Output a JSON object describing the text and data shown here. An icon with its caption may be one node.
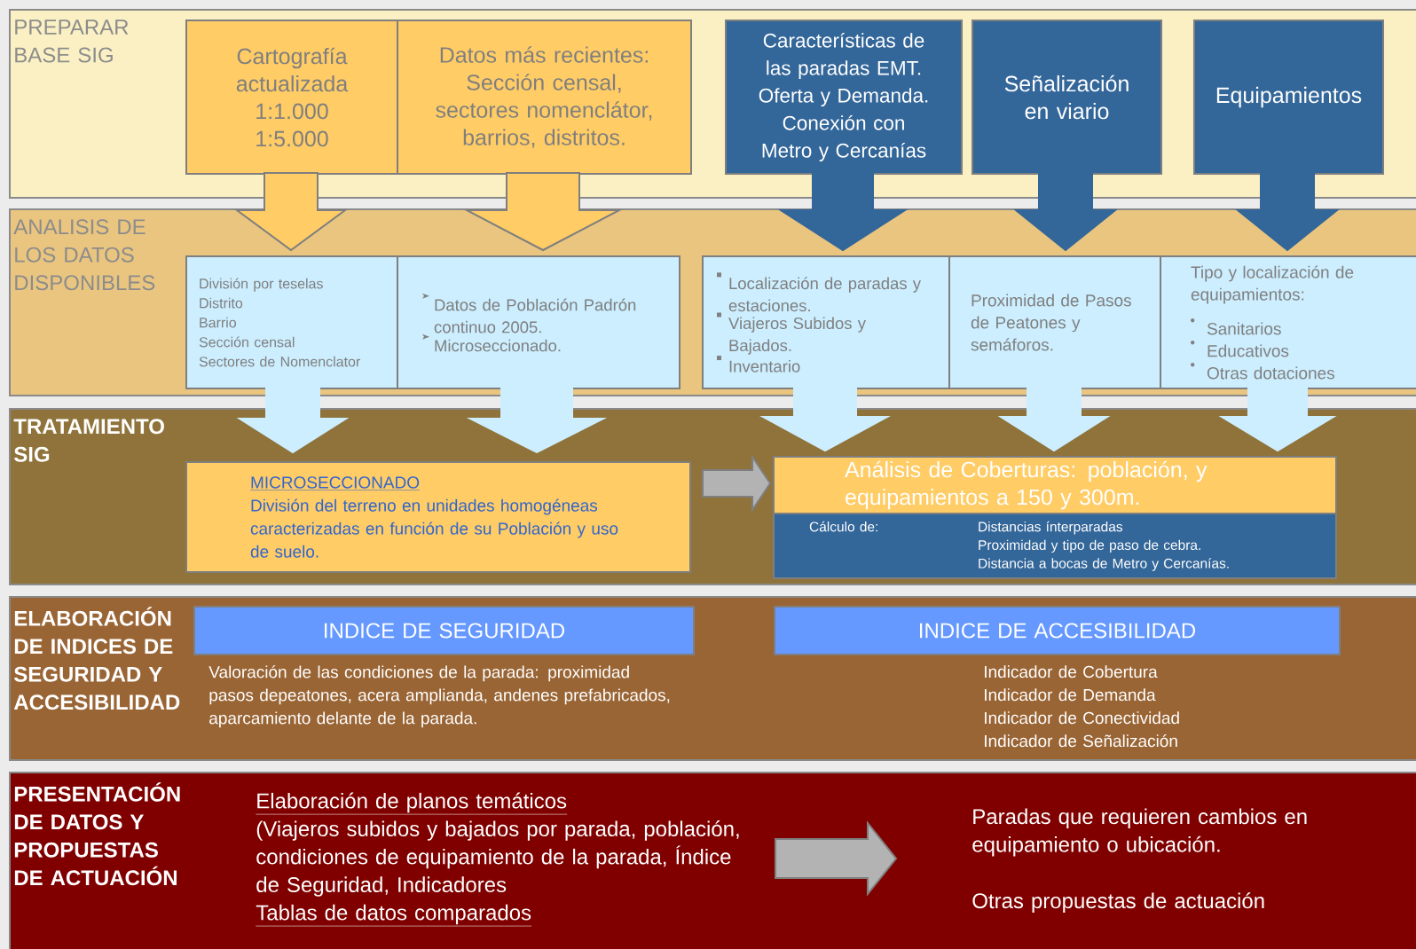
{
  "diagram": {
    "nodes": [
      {
        "text": [
          "PREPARAR BASE SIG"
        ]
      },
      {
        "text": [
          "Cartografía actualizada",
          "1:1.000",
          "1:5.000"
        ],
        "in": 0
      },
      {
        "text": [
          "Datos más recientes:",
          "Sección censal, sectores nomenclátor, barrios, distritos."
        ],
        "in": 0
      },
      {
        "text": [
          "Características de las paradas EMT.",
          "Oferta y Demanda.",
          "Conexión con Metro y Cercanías"
        ],
        "in": 0
      },
      {
        "text": [
          "Señalización en viario"
        ],
        "in": 0
      },
      {
        "text": [
          "Equipamientos"
        ],
        "in": 0
      },
      {
        "text": [
          "ANALISIS DE LOS DATOS DISPONIBLES"
        ]
      },
      {
        "text": [
          "División por teselas",
          "Distrito",
          "Barrio",
          "Sección censal",
          "Sectores de Nomenclator"
        ],
        "in": 6
      },
      {
        "text": [
          "Datos de Población Padrón continuo 2005.",
          "Microseccionado."
        ],
        "in": 6
      },
      {
        "text": [
          "Localización de paradas y estaciones.",
          "Viajeros Subidos y Bajados.",
          "Inventario"
        ],
        "in": 6
      },
      {
        "text": [
          "Proximidad de Pasos de Peatones y semáforos."
        ],
        "in": 6
      },
      {
        "text": [
          "Tipo y localización de equipamientos:",
          "Sanitarios",
          "Educativos",
          "Otras dotaciones"
        ],
        "in": 6
      },
      {
        "text": [
          "TRATAMIENTO SIG"
        ]
      },
      {
        "text": [
          "MICROSECCIONADO",
          "División del terreno en unidades homogéneas caracterizadas en función de su Población y uso de suelo."
        ],
        "in": 12
      },
      {
        "text": [
          "Análisis de Coberturas: población, y equipamientos a 150 y 300m."
        ],
        "in": 12
      },
      {
        "text": [
          "Cálculo de:",
          "Distancias ínterparadas",
          "Proximidad y tipo de paso de cebra.",
          "Distancia a bocas de Metro y Cercanías."
        ],
        "in": 12
      },
      {
        "text": [
          "ELABORACIÓN DE INDICES DE SEGURIDAD Y ACCESIBILIDAD"
        ]
      },
      {
        "text": [
          "INDICE DE SEGURIDAD"
        ],
        "in": 16,
        "beside": [
          "Valoración de las condiciones de la parada: proximidad pasos depeatones, acera amplianda, andenes prefabricados, aparcamiento delante de la parada."
        ]
      },
      {
        "text": [
          "INDICE DE ACCESIBILIDAD"
        ],
        "in": 16,
        "beside": [
          "Indicador de Cobertura",
          "Indicador de Demanda",
          "Indicador de Conectividad",
          "Indicador de Señalización"
        ]
      },
      {
        "text": [
          "PRESENTACIÓN DE DATOS Y PROPUESTAS DE ACTUACIÓN"
        ]
      },
      {
        "text": [
          "Elaboración de planos temáticos",
          "(Viajeros subidos y bajados por parada, población, condiciones de equipamiento de la parada, Índice de Seguridad, Indicadores",
          "Tablas de datos comparados"
        ],
        "in": 19
      },
      {
        "text": [
          "Paradas que requieren cambios en equipamiento o ubicación.",
          "Otras propuestas de actuación"
        ],
        "in": 19
      }
    ],
    "edges": [
      {
        "from": 1,
        "to": 7,
        "arrow": "to",
        "color": "#ffcc66"
      },
      {
        "from": 2,
        "to": 8,
        "arrow": "to",
        "color": "#ffcc66"
      },
      {
        "from": 3,
        "to": 9,
        "arrow": "to",
        "color": "#336699"
      },
      {
        "from": 4,
        "to": 10,
        "arrow": "to",
        "color": "#336699"
      },
      {
        "from": 5,
        "to": 11,
        "arrow": "to",
        "color": "#336699"
      },
      {
        "from": 7,
        "to": 13,
        "arrow": "to"
      },
      {
        "from": 8,
        "to": 13,
        "arrow": "to"
      },
      {
        "from": 9,
        "to": 14,
        "arrow": "to"
      },
      {
        "from": 10,
        "to": 14,
        "arrow": "to"
      },
      {
        "from": 11,
        "to": 14,
        "arrow": "to"
      },
      {
        "from": 13,
        "to": 14,
        "arrow": "to",
        "color": "#b3b3b3"
      },
      {
        "from": 20,
        "to": 21,
        "arrow": "to",
        "color": "#b3b3b3"
      }
    ]
  }
}
